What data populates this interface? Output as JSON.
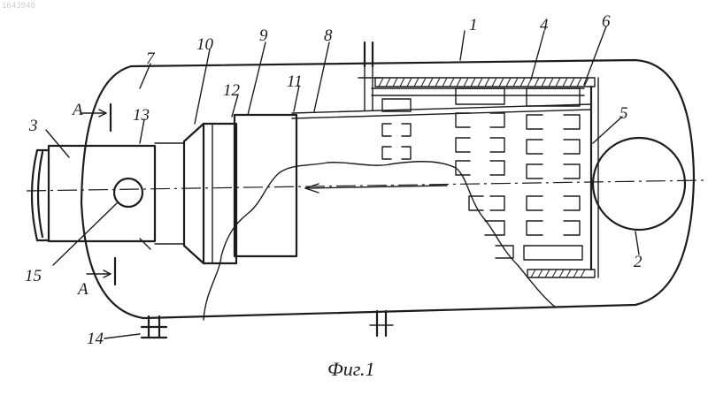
{
  "figure": {
    "caption": "Фиг.1",
    "corner_code": "1643940",
    "section_mark": "А",
    "labels": [
      "1",
      "2",
      "3",
      "4",
      "5",
      "6",
      "7",
      "8",
      "9",
      "10",
      "11",
      "12",
      "13",
      "14",
      "15"
    ]
  }
}
